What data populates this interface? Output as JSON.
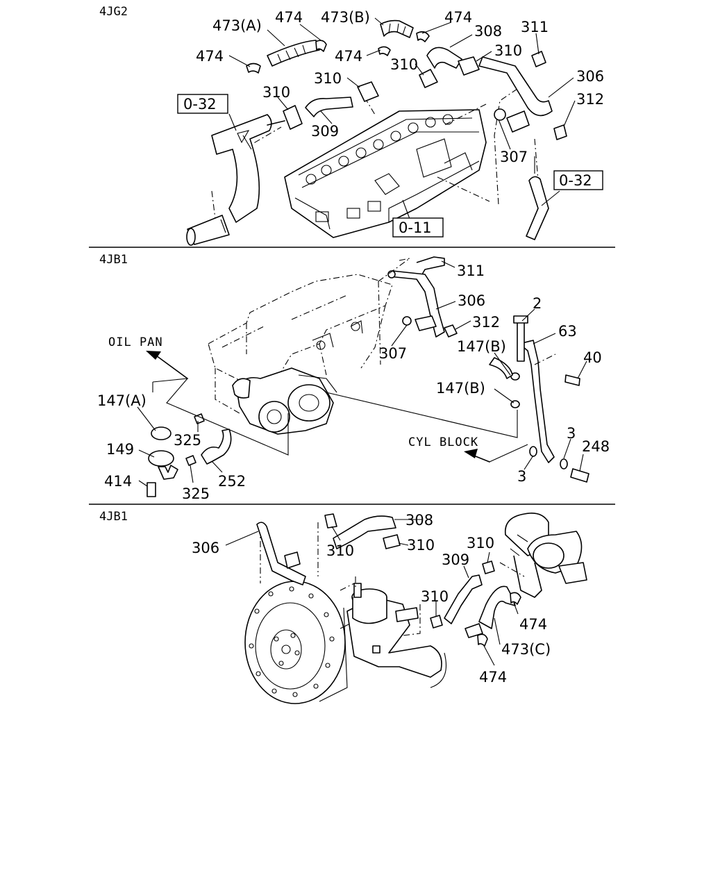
{
  "sections": [
    {
      "id": "upper",
      "title": "4JG2",
      "callouts": [
        "473(A)",
        "474",
        "473(B)",
        "474",
        "308",
        "311",
        "474",
        "474",
        "310",
        "310",
        "306",
        "310",
        "310",
        "312",
        "309",
        "307"
      ],
      "references": [
        "0-32",
        "0-32",
        "0-11"
      ]
    },
    {
      "id": "middle",
      "title": "4JB1",
      "callouts": [
        "311",
        "306",
        "2",
        "312",
        "63",
        "307",
        "147(B)",
        "40",
        "147(A)",
        "147(B)",
        "325",
        "3",
        "248",
        "149",
        "3",
        "414",
        "252",
        "325"
      ],
      "notes": [
        "OIL PAN",
        "CYL BLOCK"
      ]
    },
    {
      "id": "lower",
      "title": "4JB1",
      "callouts": [
        "308",
        "306",
        "310",
        "310",
        "310",
        "309",
        "310",
        "474",
        "473(C)",
        "474"
      ]
    }
  ]
}
